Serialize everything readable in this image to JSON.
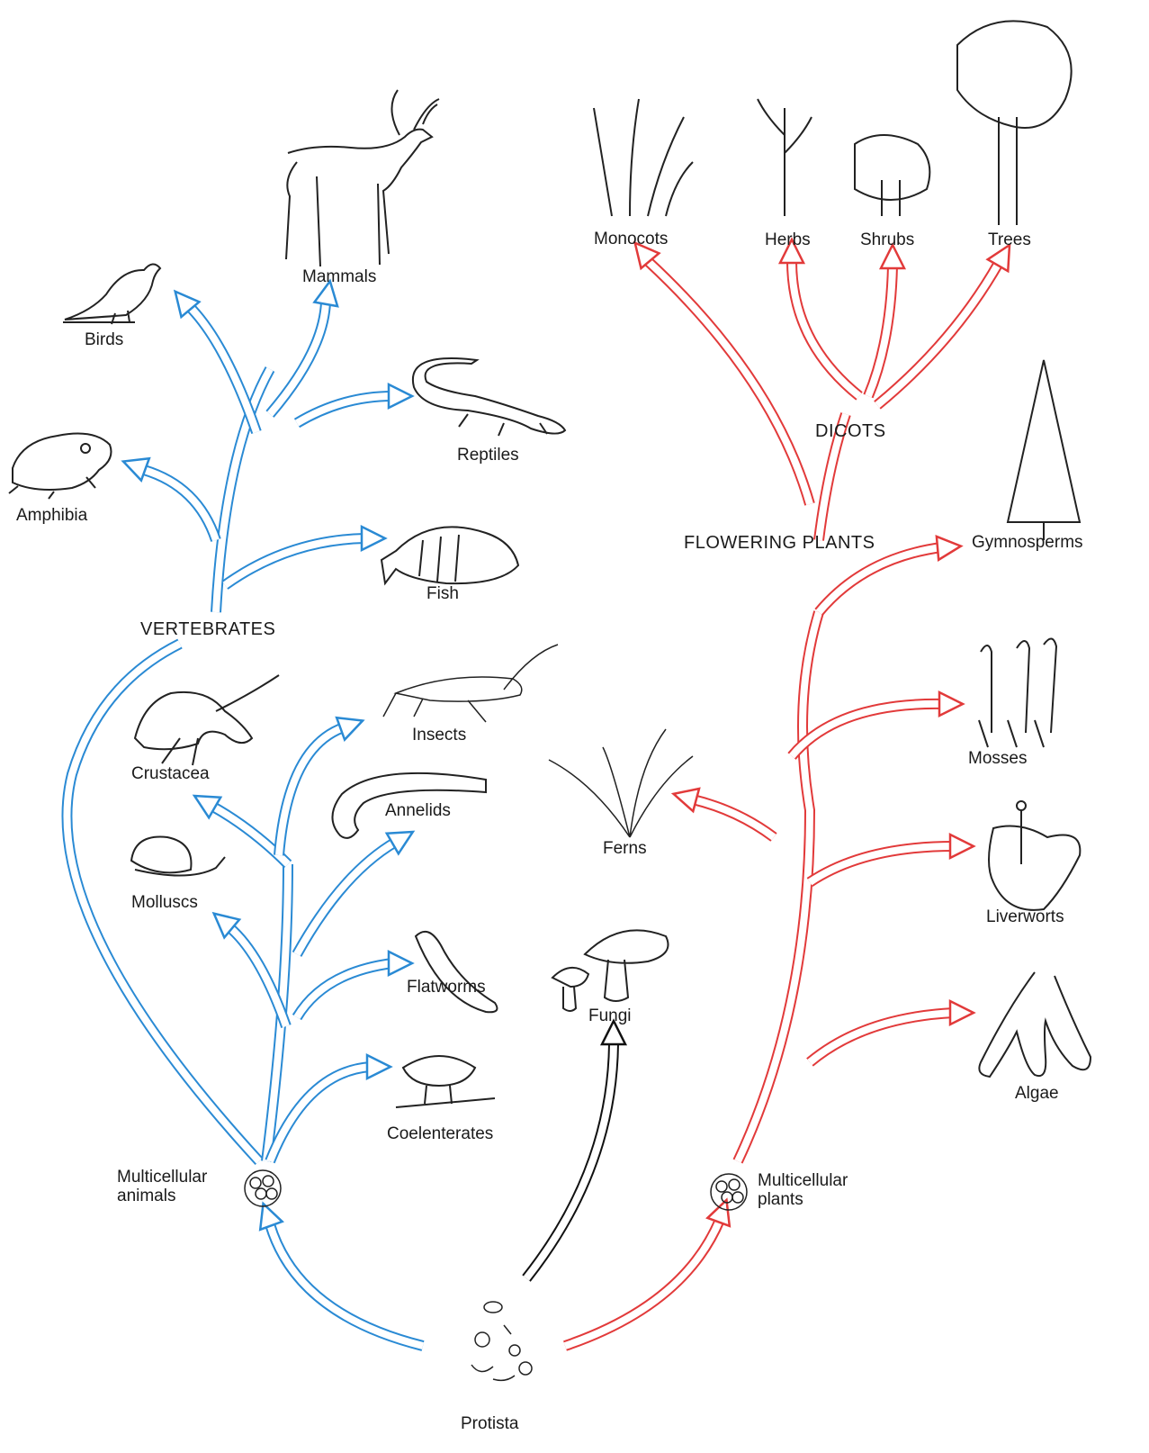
{
  "colors": {
    "animals": "#2a8ad4",
    "plants": "#e23a3a",
    "fungi": "#111111"
  },
  "labels": {
    "birds": "Birds",
    "mammals": "Mammals",
    "reptiles": "Reptiles",
    "amphibia": "Amphibia",
    "fish": "Fish",
    "vertebrates": "VERTEBRATES",
    "crustacea": "Crustacea",
    "insects": "Insects",
    "annelids": "Annelids",
    "molluscs": "Molluscs",
    "flatworms": "Flatworms",
    "coelenterates": "Coelenterates",
    "multicellular_animals": "Multicellular animals",
    "protista": "Protista",
    "fungi": "Fungi",
    "multicellular_plants": "Multicellular plants",
    "algae": "Algae",
    "liverworts": "Liverworts",
    "mosses": "Mosses",
    "ferns": "Ferns",
    "gymnosperms": "Gymnosperms",
    "flowering_plants": "FLOWERING PLANTS",
    "dicots": "DICOTS",
    "monocots": "Monocots",
    "herbs": "Herbs",
    "shrubs": "Shrubs",
    "trees": "Trees"
  },
  "icons": [
    "bird-icon",
    "deer-icon",
    "lizard-icon",
    "frog-icon",
    "fish-icon",
    "grasshopper-icon",
    "crayfish-icon",
    "worm-icon",
    "snail-icon",
    "flatworm-icon",
    "sea-anemone-icon",
    "cell-cluster-icon",
    "protista-icon",
    "mushroom-icon",
    "algae-icon",
    "liverwort-icon",
    "moss-icon",
    "fern-icon",
    "conifer-icon",
    "grass-icon",
    "herb-icon",
    "shrub-icon",
    "tree-icon"
  ]
}
